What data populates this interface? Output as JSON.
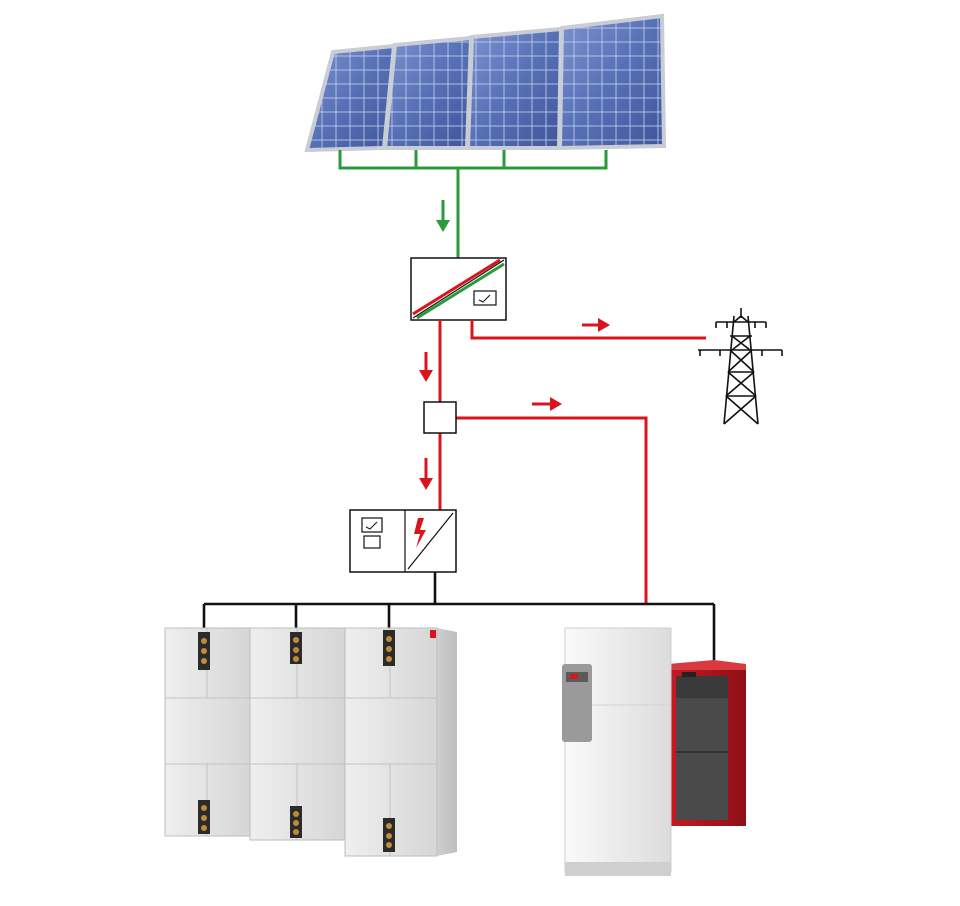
{
  "colors": {
    "background": "#ffffff",
    "solar_dc_line": "#2a9a3c",
    "ac_power_line": "#d8141d",
    "control_line": "#111111",
    "panel_cell": "#5b72b8",
    "panel_frame": "#c9cdd3",
    "storage_unit": "#e4e4e4",
    "heat_pump": "#f2f2f2",
    "boiler_casing": "#b5141f",
    "boiler_front": "#4a4a4a"
  },
  "icons": {
    "solar_array": "solar-panel-icon",
    "inverter": "inverter-icon",
    "meter": "meter-icon",
    "power_grid": "transmission-tower-icon",
    "distribution_box": "junction-box-icon",
    "charge_controller": "battery-inverter-icon",
    "battery_storage": "battery-stack-icon",
    "heat_pump": "heat-pump-icon",
    "boiler": "boiler-icon"
  },
  "flows": [
    {
      "name": "solar-to-inverter",
      "direction": "down",
      "color": "green"
    },
    {
      "name": "inverter-to-grid",
      "direction": "right",
      "color": "red"
    },
    {
      "name": "inverter-to-junction",
      "direction": "down",
      "color": "red"
    },
    {
      "name": "junction-to-heat-pump",
      "direction": "right",
      "color": "red"
    },
    {
      "name": "junction-to-controller",
      "direction": "down",
      "color": "red"
    }
  ]
}
